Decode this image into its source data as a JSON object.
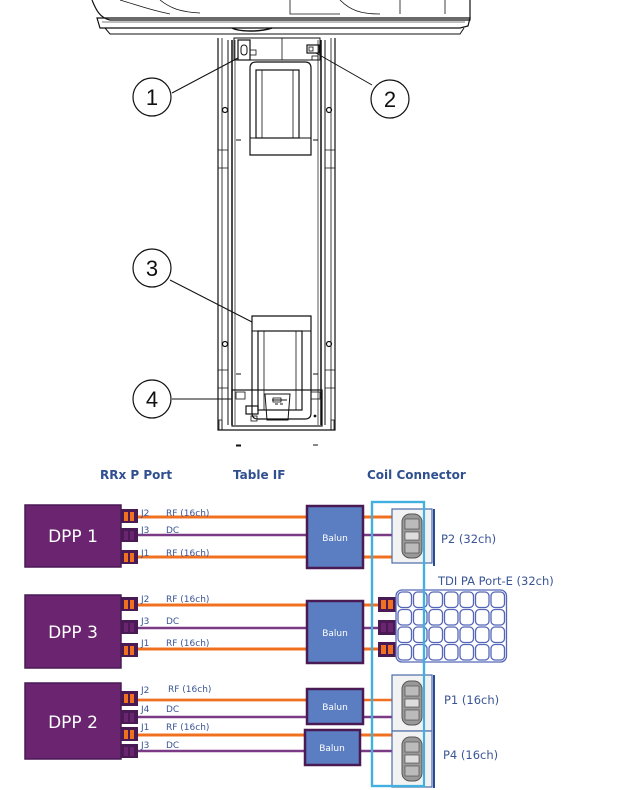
{
  "figure": {
    "callouts": [
      {
        "number": "1"
      },
      {
        "number": "2"
      },
      {
        "number": "3"
      },
      {
        "number": "4"
      }
    ]
  },
  "schematic": {
    "headers": {
      "rrx_port": "RRx P Port",
      "table_if": "Table IF",
      "coil_connector": "Coil Connector"
    },
    "colors": {
      "dpp_fill": "#6b2570",
      "rf_line": "#f07020",
      "dc_line": "#7a3a85",
      "balun_fill": "#5b7ec2",
      "balun_border": "#4a1a55",
      "coil_box": "#3fb0e0",
      "label_text": "#3a5595"
    },
    "dpps": [
      {
        "name": "DPP 1",
        "channels": [
          {
            "jack": "J2",
            "signal": "RF (16ch)"
          },
          {
            "jack": "J3",
            "signal": "DC"
          },
          {
            "jack": "J1",
            "signal": "RF (16ch)"
          }
        ],
        "balun_label": "Balun",
        "port": "P2 (32ch)"
      },
      {
        "name": "DPP 3",
        "channels": [
          {
            "jack": "J2",
            "signal": "RF (16ch)"
          },
          {
            "jack": "J3",
            "signal": "DC"
          },
          {
            "jack": "J1",
            "signal": "RF (16ch)"
          }
        ],
        "balun_label": "Balun",
        "port": "TDI PA Port-E (32ch)"
      },
      {
        "name": "DPP 2",
        "channels": [
          {
            "jack": "J2",
            "signal": "RF (16ch)"
          },
          {
            "jack": "J4",
            "signal": "DC"
          },
          {
            "jack": "J1",
            "signal": "RF (16ch)"
          },
          {
            "jack": "J3",
            "signal": "DC"
          }
        ],
        "balun_labels": [
          "Balun",
          "Balun"
        ],
        "ports": [
          "P1 (16ch)",
          "P4 (16ch)"
        ]
      }
    ]
  }
}
